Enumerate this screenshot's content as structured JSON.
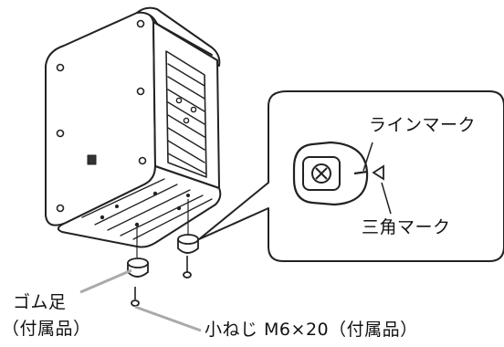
{
  "labels": {
    "line_mark": "ラインマーク",
    "triangle_mark": "三角マーク",
    "rubber_foot": "ゴム足",
    "rubber_foot_note": "（付属品）",
    "screw": "小ねじ M6×20（付属品）"
  },
  "colors": {
    "line": "#222222",
    "leader": "#aaaaaa"
  }
}
